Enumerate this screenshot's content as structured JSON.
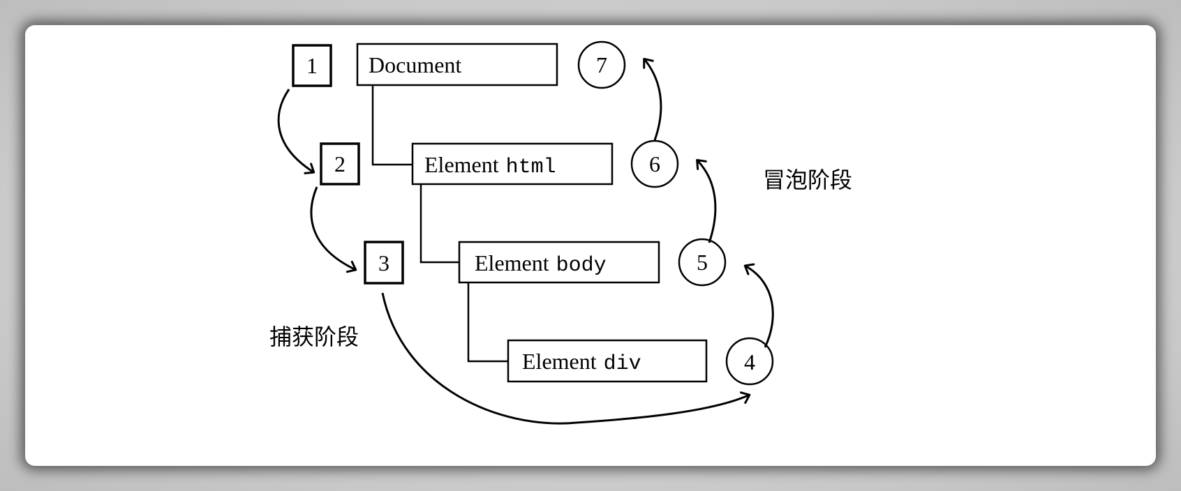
{
  "diagram": {
    "nodes": {
      "document": {
        "label": "Document",
        "suffix": ""
      },
      "html": {
        "label": "Element",
        "suffix": "html"
      },
      "body": {
        "label": "Element",
        "suffix": "body"
      },
      "div": {
        "label": "Element",
        "suffix": "div"
      }
    },
    "capture_steps": [
      "1",
      "2",
      "3"
    ],
    "bubble_steps": [
      "4",
      "5",
      "6",
      "7"
    ],
    "capture_label": "捕获阶段",
    "bubble_label": "冒泡阶段"
  },
  "colors": {
    "stroke": "#000000",
    "background": "#ffffff"
  }
}
